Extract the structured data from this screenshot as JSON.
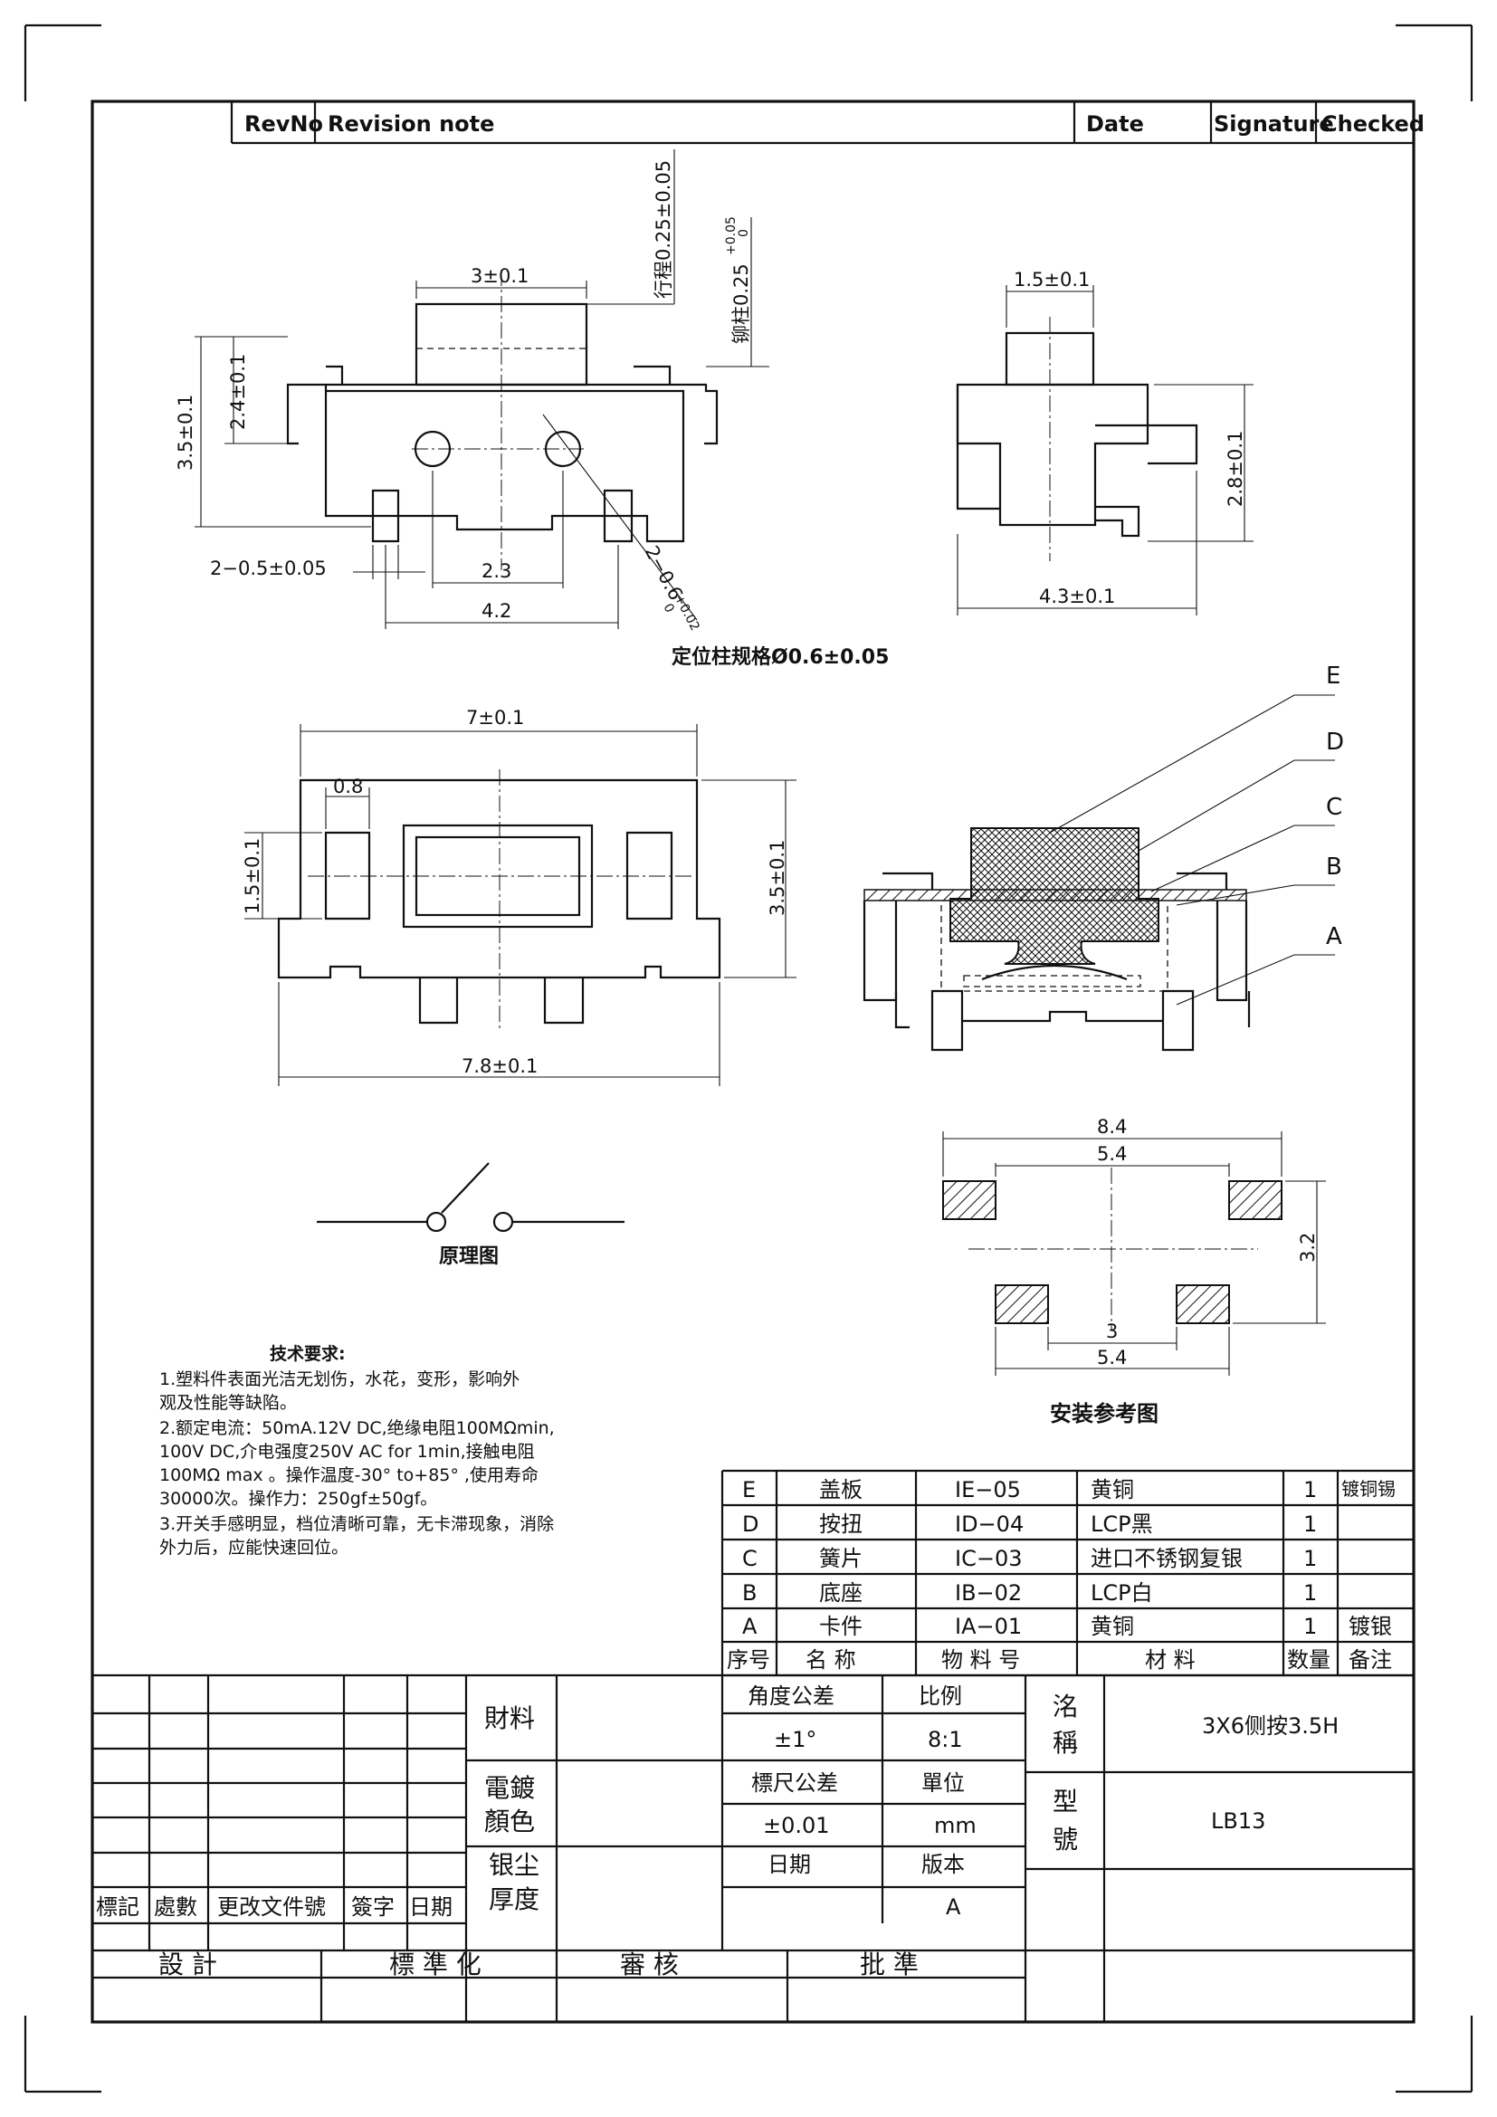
{
  "revision_header": {
    "revno": "RevNo",
    "revision_note": "Revision note",
    "date": "Date",
    "signature": "Signature",
    "checked": "Checked"
  },
  "front_view": {
    "stroke_label": "行程0.25±0.05",
    "pin_label": "铆柱0.25",
    "pin_tol_upper": "+0.05",
    "pin_tol_lower": "0",
    "width_top": "3±0.1",
    "height_total": "3.5±0.1",
    "height_body": "2.4±0.1",
    "pin_width": "2−0.5±0.05",
    "center_gap": "2.3",
    "pin_span": "4.2",
    "hole_label": "2−0.6",
    "hole_tol_upper": "+0.02",
    "hole_tol_lower": "0",
    "locating_post": "定位柱规格Ø0.6±0.05"
  },
  "side_view": {
    "top_width": "1.5±0.1",
    "height": "2.8±0.1",
    "width": "4.3±0.1"
  },
  "bottom_view": {
    "width_top": "7±0.1",
    "pad_width": "0.8",
    "height_left": "1.5±0.1",
    "height_right": "3.5±0.1",
    "width_total": "7.8±0.1"
  },
  "section_view": {
    "labels": [
      "E",
      "D",
      "C",
      "B",
      "A"
    ]
  },
  "schematic": {
    "caption": "原理图"
  },
  "footprint": {
    "outer_span": "8.4",
    "upper_span": "5.4",
    "pitch": "3.2",
    "inner_gap": "3",
    "lower_span": "5.4",
    "caption": "安装参考图"
  },
  "tech_notes": {
    "title": "技术要求:",
    "lines": [
      "1.塑料件表面光洁无划伤，水花，变形，影响外",
      "   观及性能等缺陷。",
      "2.额定电流：50mA.12V DC,绝缘电阻100MΩmin,",
      "   100V DC,介电强度250V AC for 1min,接触电阻",
      "   100MΩ  max 。操作温度-30° to+85° ,使用寿命",
      "   30000次。操作力：250gf±50gf。",
      "3.开关手感明显，档位清晰可靠，无卡滞现象，消除",
      "   外力后，应能快速回位。"
    ]
  },
  "bom": {
    "rows": [
      {
        "seq": "E",
        "name": "盖板",
        "part": "IE−05",
        "material": "黄铜",
        "qty": "1",
        "note": "镀铜锡"
      },
      {
        "seq": "D",
        "name": "按扭",
        "part": "ID−04",
        "material": "LCP黑",
        "qty": "1",
        "note": ""
      },
      {
        "seq": "C",
        "name": "簧片",
        "part": "IC−03",
        "material": "进口不锈钢复银",
        "qty": "1",
        "note": ""
      },
      {
        "seq": "B",
        "name": "底座",
        "part": "IB−02",
        "material": "LCP白",
        "qty": "1",
        "note": ""
      },
      {
        "seq": "A",
        "name": "卡件",
        "part": "IA−01",
        "material": "黄铜",
        "qty": "1",
        "note": "镀银"
      }
    ],
    "header": {
      "seq": "序号",
      "name": "名  称",
      "part": "物 料 号",
      "material": "材  料",
      "qty": "数量",
      "note": "备注"
    }
  },
  "title_block": {
    "material_label": "財料",
    "plating_label": "電鍍\n顏色",
    "plating_line1": "電鍍",
    "plating_line2": "顏色",
    "thick_line1": "银尘",
    "thick_line2": "厚度",
    "angle_tol_label": "角度公差",
    "angle_tol_value": "±1°",
    "scale_label": "比例",
    "scale_value": "8:1",
    "dim_tol_label": "標尺公差",
    "dim_tol_value": "±0.01",
    "unit_label": "單位",
    "unit_value": "mm",
    "date_label": "日期",
    "version_label": "版本",
    "version_value": "A",
    "name_label_1": "洺",
    "name_label_2": "稱",
    "name_value": "3X6侧按3.5H",
    "model_label_1": "型",
    "model_label_2": "號",
    "model_value": "LB13",
    "rev_cols": [
      "標記",
      "處數",
      "更改文件號",
      "簽字",
      "日期"
    ],
    "sign_row": [
      "設    計",
      "標 準 化",
      "審    核",
      "批    準"
    ]
  }
}
